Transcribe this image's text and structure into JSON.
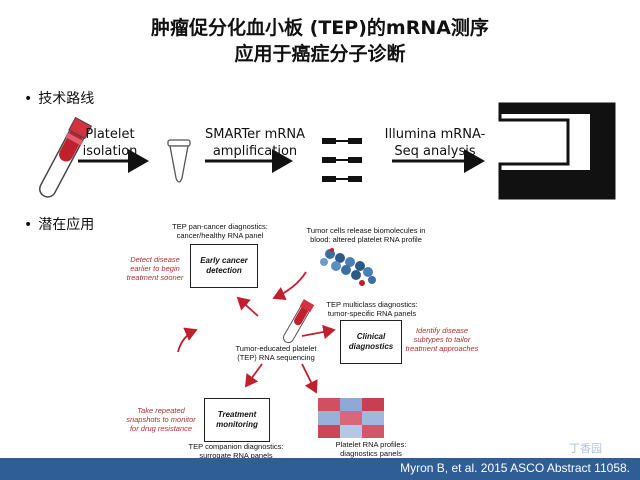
{
  "title_line1": "肿瘤促分化血小板 (TEP)的mRNA测序",
  "title_line2": "应用于癌症分子诊断",
  "section1": {
    "bullet": "•",
    "label": "技术路线"
  },
  "section2": {
    "bullet": "•",
    "label": "潜在应用"
  },
  "workflow": {
    "step1": "Platelet\nisolation",
    "step2": "SMARTer mRNA\namplification",
    "step3": "Illumina mRNA-\nSeq analysis"
  },
  "diagram": {
    "pan_cancer": "TEP pan-cancer diagnostics:\ncancer/healthy RNA panel",
    "tumor_release": "Tumor cells release biomolecules in\nblood: altered platelet RNA profile",
    "detect_note": "Detect disease\nearlier to begin\ntreatment sooner",
    "early_box": "Early cancer\ndetection",
    "multiclass": "TEP multiclass diagnostics:\ntumor-specific RNA panels",
    "clinical_box": "Clinical\ndiagnostics",
    "identify_note": "Identify disease\nsubtypes to tailor\ntreatment approaches",
    "center_label": "Tumor-educated platelet\n(TEP) RNA sequencing",
    "snapshots_note": "Take repeated\nsnapshots to monitor\nfor drug resistance",
    "treatment_box": "Treatment\nmonitoring",
    "companion": "TEP companion diagnostics:\nsurrogate RNA panels",
    "profiles": "Platelet RNA profiles:\ndiagnostics panels"
  },
  "footer": {
    "citation": "Myron B, et al. 2015 ASCO Abstract 11058."
  },
  "watermark": "丁香园",
  "colors": {
    "tube_red": "#c0202e",
    "footer_blue": "#2f5e97",
    "note_red": "#b03030"
  }
}
